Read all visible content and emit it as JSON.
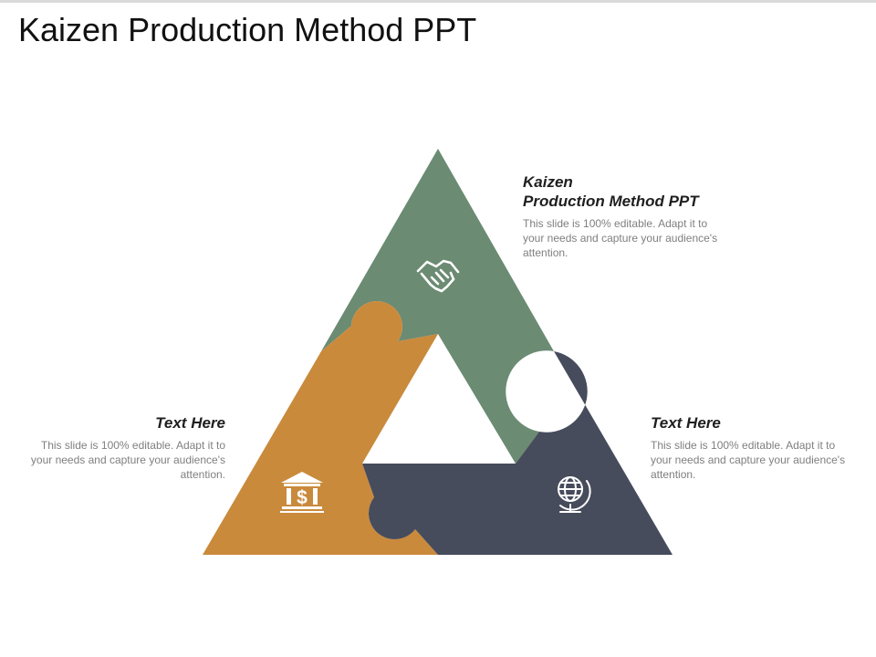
{
  "slide": {
    "title": "Kaizen Production Method PPT"
  },
  "colors": {
    "green": "#6b8b72",
    "orange": "#c98a3c",
    "slate": "#474c5c",
    "icon": "#ffffff",
    "heading": "#1f1f1f",
    "body": "#7f7f7f"
  },
  "pieces": [
    {
      "id": "top",
      "color_key": "green",
      "icon": "handshake-icon"
    },
    {
      "id": "left",
      "color_key": "orange",
      "icon": "bank-dollar-icon"
    },
    {
      "id": "right",
      "color_key": "slate",
      "icon": "globe-icon"
    }
  ],
  "blocks": {
    "top": {
      "heading_line1": "Kaizen",
      "heading_line2": "Production Method PPT",
      "body": "This slide is 100% editable. Adapt it to your needs and capture your audience's attention."
    },
    "left": {
      "heading": "Text Here",
      "body": "This slide is 100% editable. Adapt it to your needs and capture your audience's attention."
    },
    "right": {
      "heading": "Text Here",
      "body": "This slide is 100% editable. Adapt it to your needs and capture your audience's attention."
    }
  }
}
